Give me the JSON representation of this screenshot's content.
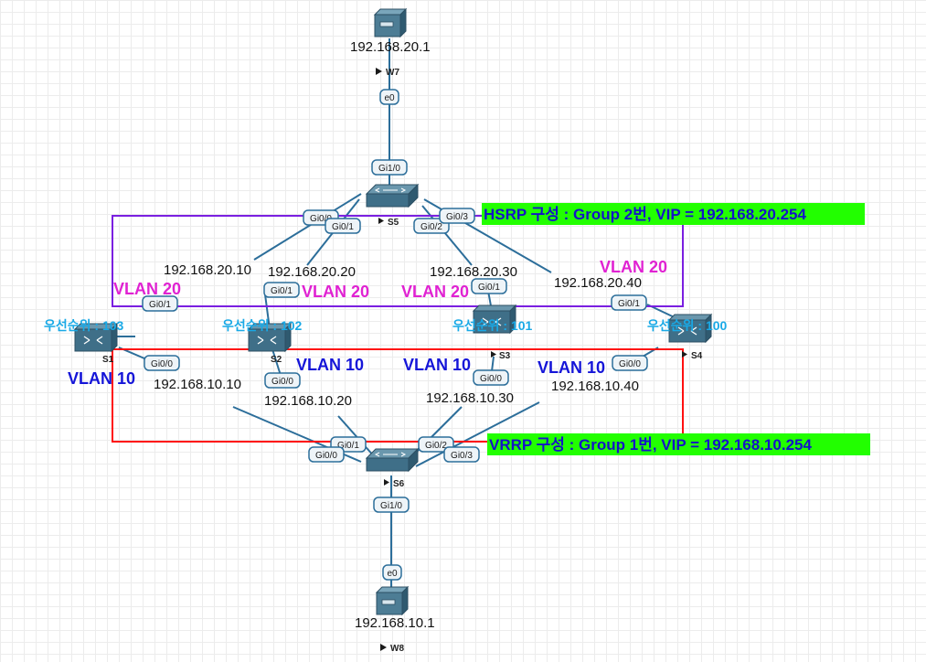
{
  "nodes": {
    "w7": {
      "name": "W7",
      "ip": "192.168.20.1"
    },
    "w8": {
      "name": "W8",
      "ip": "192.168.10.1"
    },
    "s5": {
      "name": "S5"
    },
    "s6": {
      "name": "S6"
    },
    "s1": {
      "name": "S1",
      "priority": "우선순위 : 103"
    },
    "s2": {
      "name": "S2",
      "priority": "우선순위 : 102"
    },
    "s3": {
      "name": "S3",
      "priority": "우선순위 : 101"
    },
    "s4": {
      "name": "S4",
      "priority": "우선순위 : 100"
    }
  },
  "interfaces": {
    "w7_e0": "e0",
    "s5_gi10": "Gi1/0",
    "s5_gi00": "Gi0/0",
    "s5_gi01": "Gi0/1",
    "s5_gi02": "Gi0/2",
    "s5_gi03": "Gi0/3",
    "s1_gi01": "Gi0/1",
    "s1_gi00": "Gi0/0",
    "s2_gi01": "Gi0/1",
    "s2_gi00": "Gi0/0",
    "s3_gi01": "Gi0/1",
    "s3_gi00": "Gi0/0",
    "s4_gi01": "Gi0/1",
    "s4_gi00": "Gi0/0",
    "s6_gi00": "Gi0/0",
    "s6_gi01": "Gi0/1",
    "s6_gi02": "Gi0/2",
    "s6_gi03": "Gi0/3",
    "s6_gi10": "Gi1/0",
    "w8_e0": "e0"
  },
  "ips": {
    "s1_v20": "192.168.20.10",
    "s2_v20": "192.168.20.20",
    "s3_v20": "192.168.20.30",
    "s4_v20": "192.168.20.40",
    "s1_v10": "192.168.10.10",
    "s2_v10": "192.168.10.20",
    "s3_v10": "192.168.10.30",
    "s4_v10": "192.168.10.40"
  },
  "vlans": {
    "v20": "VLAN 20",
    "v10": "VLAN 10"
  },
  "banners": {
    "hsrp": "HSRP 구성 : Group 2번, VIP = 192.168.20.254",
    "vrrp": "VRRP 구성 : Group 1번, VIP = 192.168.10.254"
  },
  "colors": {
    "link": "#2c6e9a",
    "hsrp_box": "#7a1fe0",
    "vrrp_box": "#ff1010",
    "banner_bg": "#22ff00",
    "vlan20": "#e022d2",
    "vlan10": "#1515d8",
    "priority": "#19a9e6",
    "device": "#3f6f88"
  }
}
